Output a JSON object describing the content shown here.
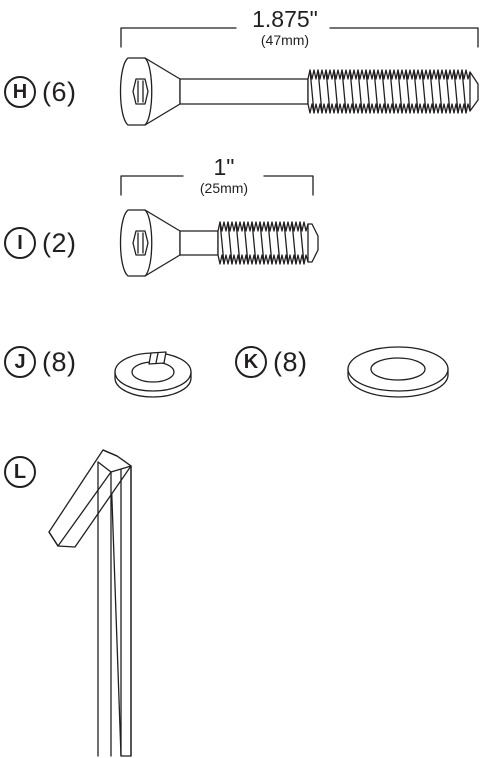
{
  "parts": [
    {
      "id": "H",
      "qty": "(6)",
      "length_in": "1.875\"",
      "length_mm": "(47mm)"
    },
    {
      "id": "I",
      "qty": "(2)",
      "length_in": "1\"",
      "length_mm": "(25mm)"
    },
    {
      "id": "J",
      "qty": "(8)"
    },
    {
      "id": "K",
      "qty": "(8)"
    },
    {
      "id": "L"
    }
  ],
  "colors": {
    "ink": "#231f20",
    "fill": "#ffffff"
  },
  "icons": [
    "countersunk-hex-bolt-long",
    "countersunk-hex-bolt-short",
    "split-lock-washer",
    "flat-washer",
    "hex-allen-key"
  ]
}
